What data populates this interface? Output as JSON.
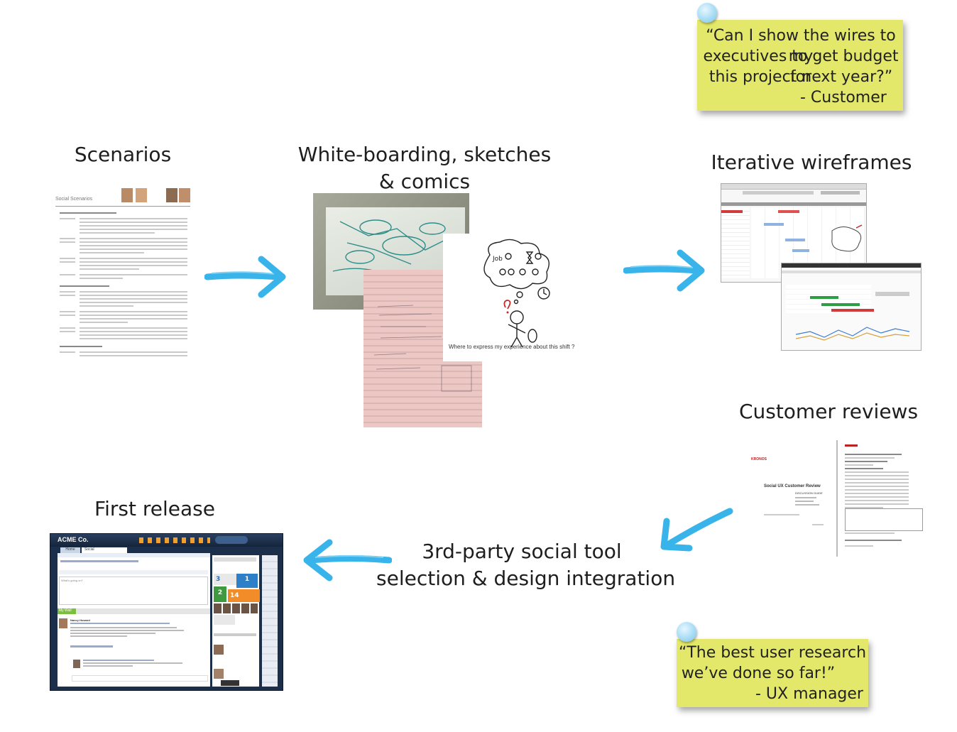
{
  "steps": {
    "scenarios": "Scenarios",
    "whiteboarding_line1": "White-boarding, sketches",
    "whiteboarding_line2": "& comics",
    "wireframes": "Iterative wireframes",
    "reviews": "Customer reviews",
    "selection_line1": "3rd-party social tool",
    "selection_line2": "selection & design integration",
    "release": "First release"
  },
  "notes": {
    "customer": {
      "line1": "“Can I show the wires to my",
      "line2": "executives to get budget for",
      "line3": "this project next year?”",
      "author": "- Customer"
    },
    "ux_manager": {
      "line1": "“The best user research",
      "line2": "we’ve done so far!”",
      "author": "- UX manager"
    }
  },
  "thumbnails": {
    "scenario_doc_title": "Social Scenarios",
    "comic_caption": "Where to express my experience about this shift ?",
    "comic_bubble_word": "Job",
    "review_doc_title": "Social UX Customer Review",
    "review_doc_subtitle": "DISCUSSION GUIDE",
    "review_brand": "KRONOS",
    "release_brand": "ACME Co.",
    "release_user": "Nancy Howard",
    "release_tab_home": "Home",
    "release_tab_social": "Social",
    "release_my_wall": "My Wall",
    "release_post_placeholder": "What's going on?",
    "release_count_1": "3",
    "release_count_2": "1",
    "release_count_3": "2",
    "release_count_4": "14"
  },
  "colors": {
    "sticky_note": "#e4e86a",
    "pin": "#a8dcf5",
    "arrow": "#39b4ea",
    "release_green": "#7bbf3c",
    "release_navy": "#1c2f4a"
  }
}
